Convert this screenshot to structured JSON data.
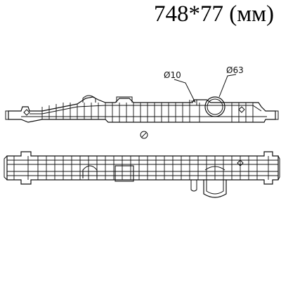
{
  "title": "748*77 (мм)",
  "dimensions": {
    "small_port": "Ø10",
    "large_port": "Ø63"
  },
  "colors": {
    "line": "#111111",
    "background": "#ffffff"
  }
}
